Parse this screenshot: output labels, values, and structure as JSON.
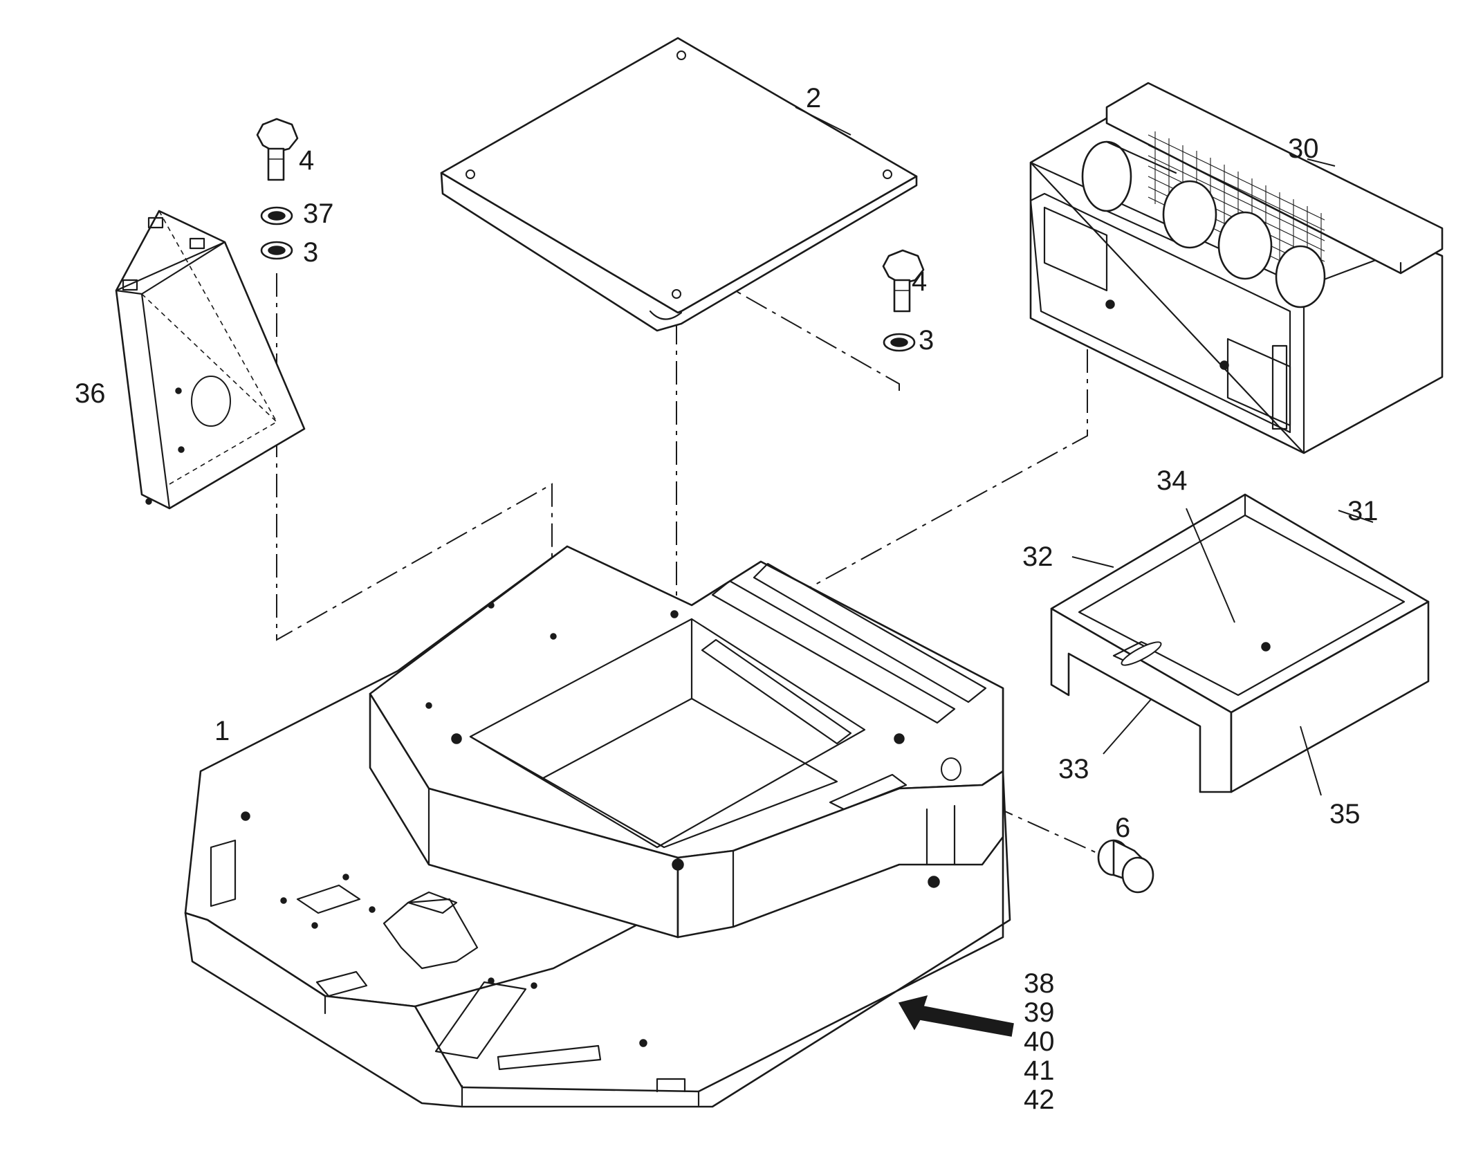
{
  "callouts": {
    "base": "1",
    "cover": "2",
    "washer_left": "3",
    "washer_right": "3",
    "bolt_left": "4",
    "bolt_right": "4",
    "plug": "6",
    "filter_unit": "30",
    "tray_right_edge": "31",
    "tray_left_edge": "32",
    "tray_front_edge": "33",
    "tray_floor": "34",
    "tray_side": "35",
    "bracket": "36",
    "lock_washer": "37",
    "group_refs": [
      "38",
      "39",
      "40",
      "41",
      "42"
    ]
  },
  "icons": {
    "direction_arrow": "arrow-up-left-icon"
  }
}
